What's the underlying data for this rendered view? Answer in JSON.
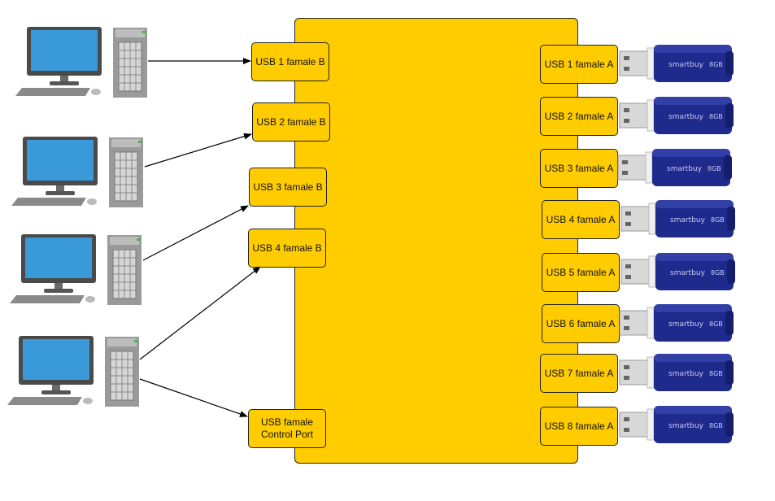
{
  "hub": {
    "input_ports": [
      {
        "label": "USB 1 famale B"
      },
      {
        "label": "USB 2 famale B"
      },
      {
        "label": "USB 3 famale B"
      },
      {
        "label": "USB 4 famale B"
      },
      {
        "label": "USB famale\nControl Port"
      }
    ],
    "output_ports": [
      {
        "label": "USB 1 famale A"
      },
      {
        "label": "USB 2 famale A"
      },
      {
        "label": "USB 3 famale A"
      },
      {
        "label": "USB 4 famale A"
      },
      {
        "label": "USB 5 famale A"
      },
      {
        "label": "USB 6 famale A"
      },
      {
        "label": "USB 7 famale A"
      },
      {
        "label": "USB 8 famale A"
      }
    ]
  },
  "computers": [
    {
      "icon": "desktop-computer-icon"
    },
    {
      "icon": "desktop-computer-icon"
    },
    {
      "icon": "desktop-computer-icon"
    },
    {
      "icon": "desktop-computer-icon"
    }
  ],
  "flash_drives": {
    "icon": "usb-flash-drive-icon",
    "brand": "smartbuy",
    "capacity": "8GB",
    "count": 8
  },
  "colors": {
    "hub": "#FFCC00",
    "monitor_screen": "#3A9AD9",
    "drive_body": "#1E2A8C"
  }
}
